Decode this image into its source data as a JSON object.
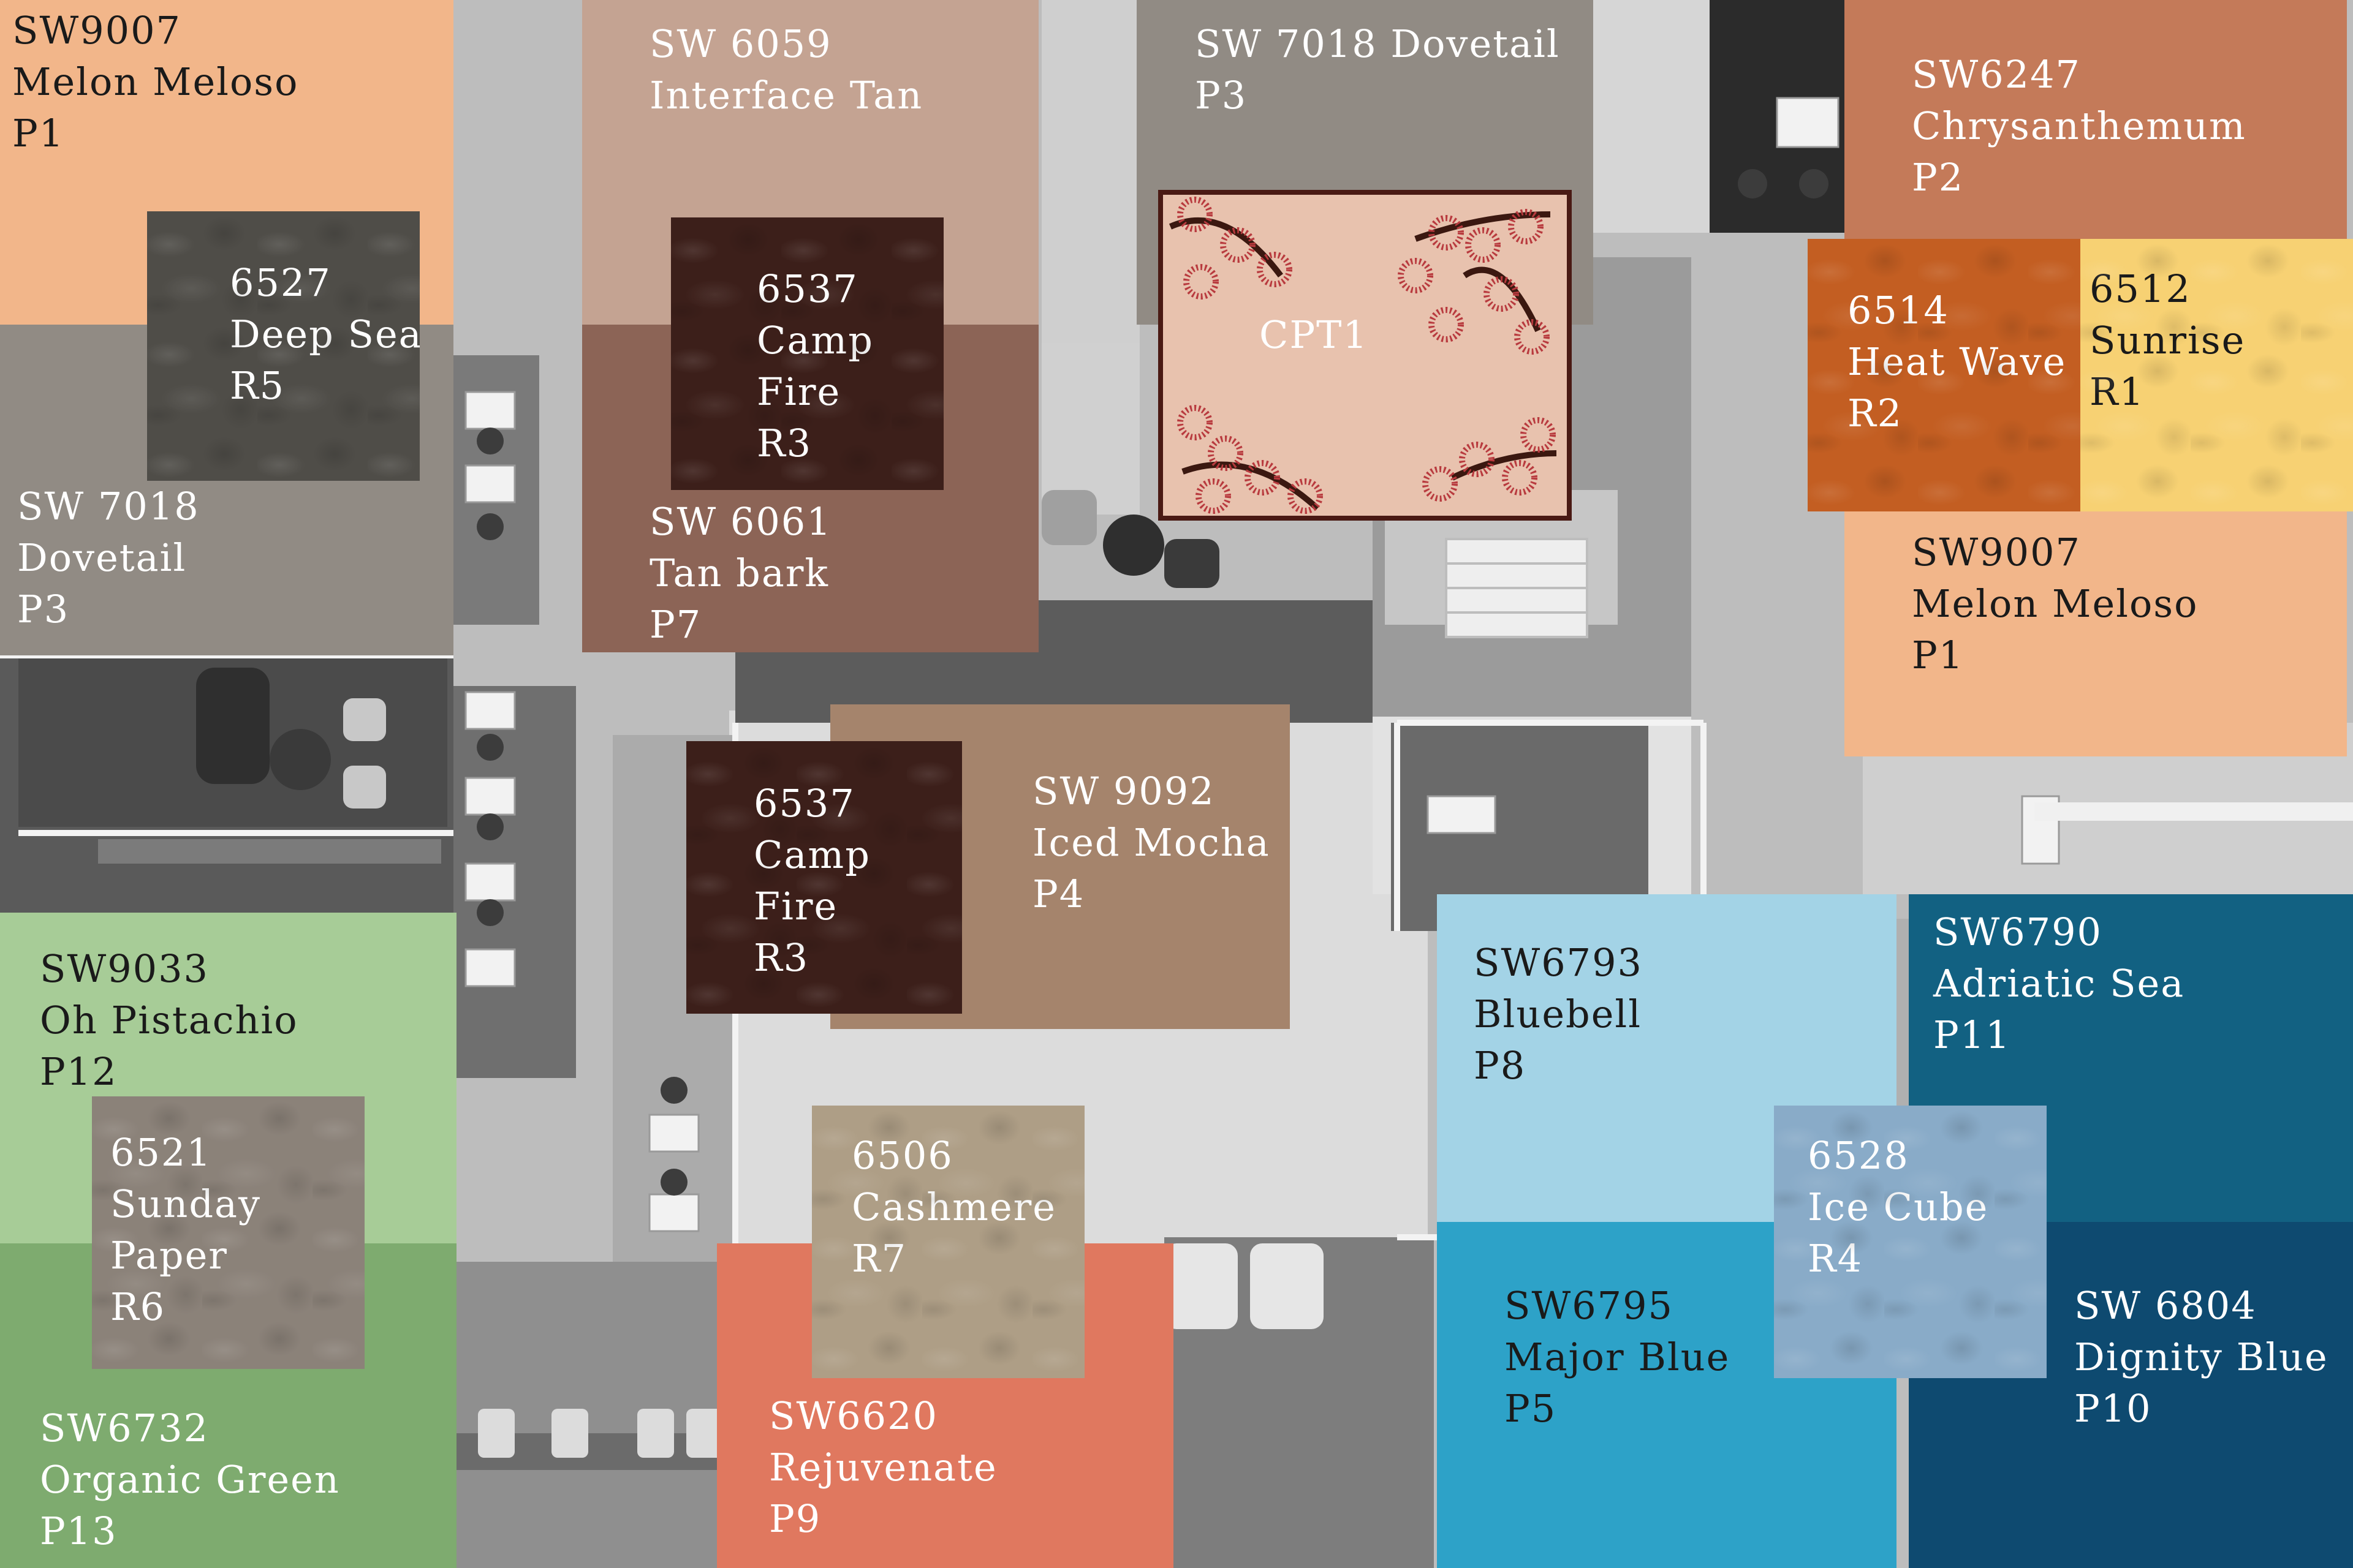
{
  "swatches": [
    {
      "id": "sw9007a",
      "lines": [
        "SW9007",
        "Melon Meloso",
        "P1"
      ],
      "color": "#f2b68a"
    },
    {
      "id": "sw6059",
      "lines": [
        "SW 6059",
        "Interface Tan"
      ],
      "color": "#c4a392"
    },
    {
      "id": "sw7018a",
      "lines": [
        "SW 7018 Dovetail",
        "P3"
      ],
      "color": "#918b84"
    },
    {
      "id": "sw6247",
      "lines": [
        "SW6247",
        "Chrysanthemum",
        "P2"
      ],
      "color": "#c47a59"
    },
    {
      "id": "r5",
      "lines": [
        "6527",
        "Deep Sea",
        "R5"
      ],
      "color": "#4f4d48"
    },
    {
      "id": "r3a",
      "lines": [
        "6537",
        "Camp",
        "Fire",
        "R3"
      ],
      "color": "#3c1f1a"
    },
    {
      "id": "sw7018b",
      "lines": [
        "SW 7018",
        "Dovetail",
        "P3"
      ],
      "color": "#918b84"
    },
    {
      "id": "sw6061",
      "lines": [
        "SW 6061",
        "Tan bark",
        "P7"
      ],
      "color": "#8c6456"
    },
    {
      "id": "cpt1",
      "lines": [
        "CPT1"
      ],
      "color": "#e8c2ae"
    },
    {
      "id": "r2",
      "lines": [
        "6514",
        "Heat Wave",
        "R2"
      ],
      "color": "#c35e22"
    },
    {
      "id": "r1",
      "lines": [
        "6512",
        "Sunrise",
        "R1"
      ],
      "color": "#f7d173"
    },
    {
      "id": "sw9007b",
      "lines": [
        "SW9007",
        "Melon Meloso",
        "P1"
      ],
      "color": "#f2b68a"
    },
    {
      "id": "sw9092",
      "lines": [
        "SW 9092",
        "Iced Mocha",
        "P4"
      ],
      "color": "#a5846c"
    },
    {
      "id": "r3b",
      "lines": [
        "6537",
        "Camp",
        "Fire",
        "R3"
      ],
      "color": "#3c1f1a"
    },
    {
      "id": "sw9033",
      "lines": [
        "SW9033",
        "Oh Pistachio",
        "P12"
      ],
      "color": "#a7cc97"
    },
    {
      "id": "sw6793",
      "lines": [
        "SW6793",
        "Bluebell",
        "P8"
      ],
      "color": "#a3d3e6"
    },
    {
      "id": "sw6790",
      "lines": [
        "SW6790",
        "Adriatic Sea",
        "P11"
      ],
      "color": "#126182"
    },
    {
      "id": "r6",
      "lines": [
        "6521",
        "Sunday",
        "Paper",
        "R6"
      ],
      "color": "#8b8279"
    },
    {
      "id": "r7",
      "lines": [
        "6506",
        "Cashmere",
        "R7"
      ],
      "color": "#ae9e86"
    },
    {
      "id": "r4",
      "lines": [
        "6528",
        "Ice Cube",
        "R4"
      ],
      "color": "#89abc8"
    },
    {
      "id": "sw6795",
      "lines": [
        "SW6795",
        "Major Blue",
        "P5"
      ],
      "color": "#2da2c8"
    },
    {
      "id": "sw6804",
      "lines": [
        "SW 6804",
        "Dignity Blue",
        "P10"
      ],
      "color": "#0e4a70"
    },
    {
      "id": "sw6732",
      "lines": [
        "SW6732",
        "Organic Green",
        "P13"
      ],
      "color": "#7eab6f"
    },
    {
      "id": "sw6620",
      "lines": [
        "SW6620",
        "Rejuvenate",
        "P9"
      ],
      "color": "#e0785f"
    }
  ]
}
